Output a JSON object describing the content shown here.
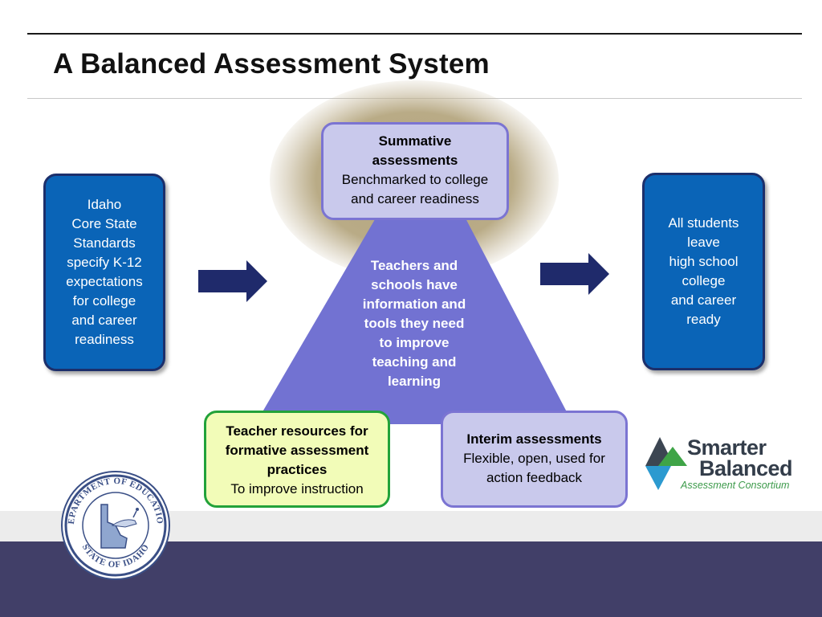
{
  "header": {
    "title": "A Balanced Assessment System"
  },
  "diagram": {
    "left_box": {
      "lines": [
        "Idaho",
        "Core State",
        "Standards",
        "specify K-12",
        "expectations",
        "for college",
        "and career",
        "readiness"
      ]
    },
    "right_box": {
      "lines": [
        "All students",
        "leave",
        "high school",
        "college",
        "and career",
        "ready"
      ]
    },
    "top_box": {
      "heading_lines": [
        "Summative",
        "assessments"
      ],
      "body_lines": [
        "Benchmarked to college",
        "and career readiness"
      ]
    },
    "pyramid_text": {
      "lines": [
        "Teachers and",
        "schools have",
        "information and",
        "tools they need",
        "to improve",
        "teaching and",
        "learning"
      ]
    },
    "bottom_left_box": {
      "heading_lines": [
        "Teacher resources for",
        "formative assessment",
        "practices"
      ],
      "body_lines": [
        "To improve instruction"
      ]
    },
    "bottom_right_box": {
      "heading_lines": [
        "Interim assessments"
      ],
      "body_lines": [
        "Flexible, open, used for",
        "action feedback"
      ]
    }
  },
  "logos": {
    "seal": {
      "top_text": "DEPARTMENT OF EDUCATION",
      "bottom_text": "STATE OF IDAHO"
    },
    "smarter_balanced": {
      "line1": "Smarter",
      "line2": "Balanced",
      "line3": "Assessment Consortium"
    }
  },
  "colors": {
    "blue_box_fill": "#0a64b7",
    "blue_box_border": "#1c2f6b",
    "pyramid_fill": "#7272d2",
    "lavender_fill": "#c9c9ec",
    "lavender_border": "#7b74d2",
    "green_fill": "#f2fcb8",
    "green_border": "#22a23a",
    "arrow_fill": "#1f2a6b",
    "footer_dark": "#413f68",
    "footer_light": "#ececec",
    "glow": "#b5a680"
  }
}
